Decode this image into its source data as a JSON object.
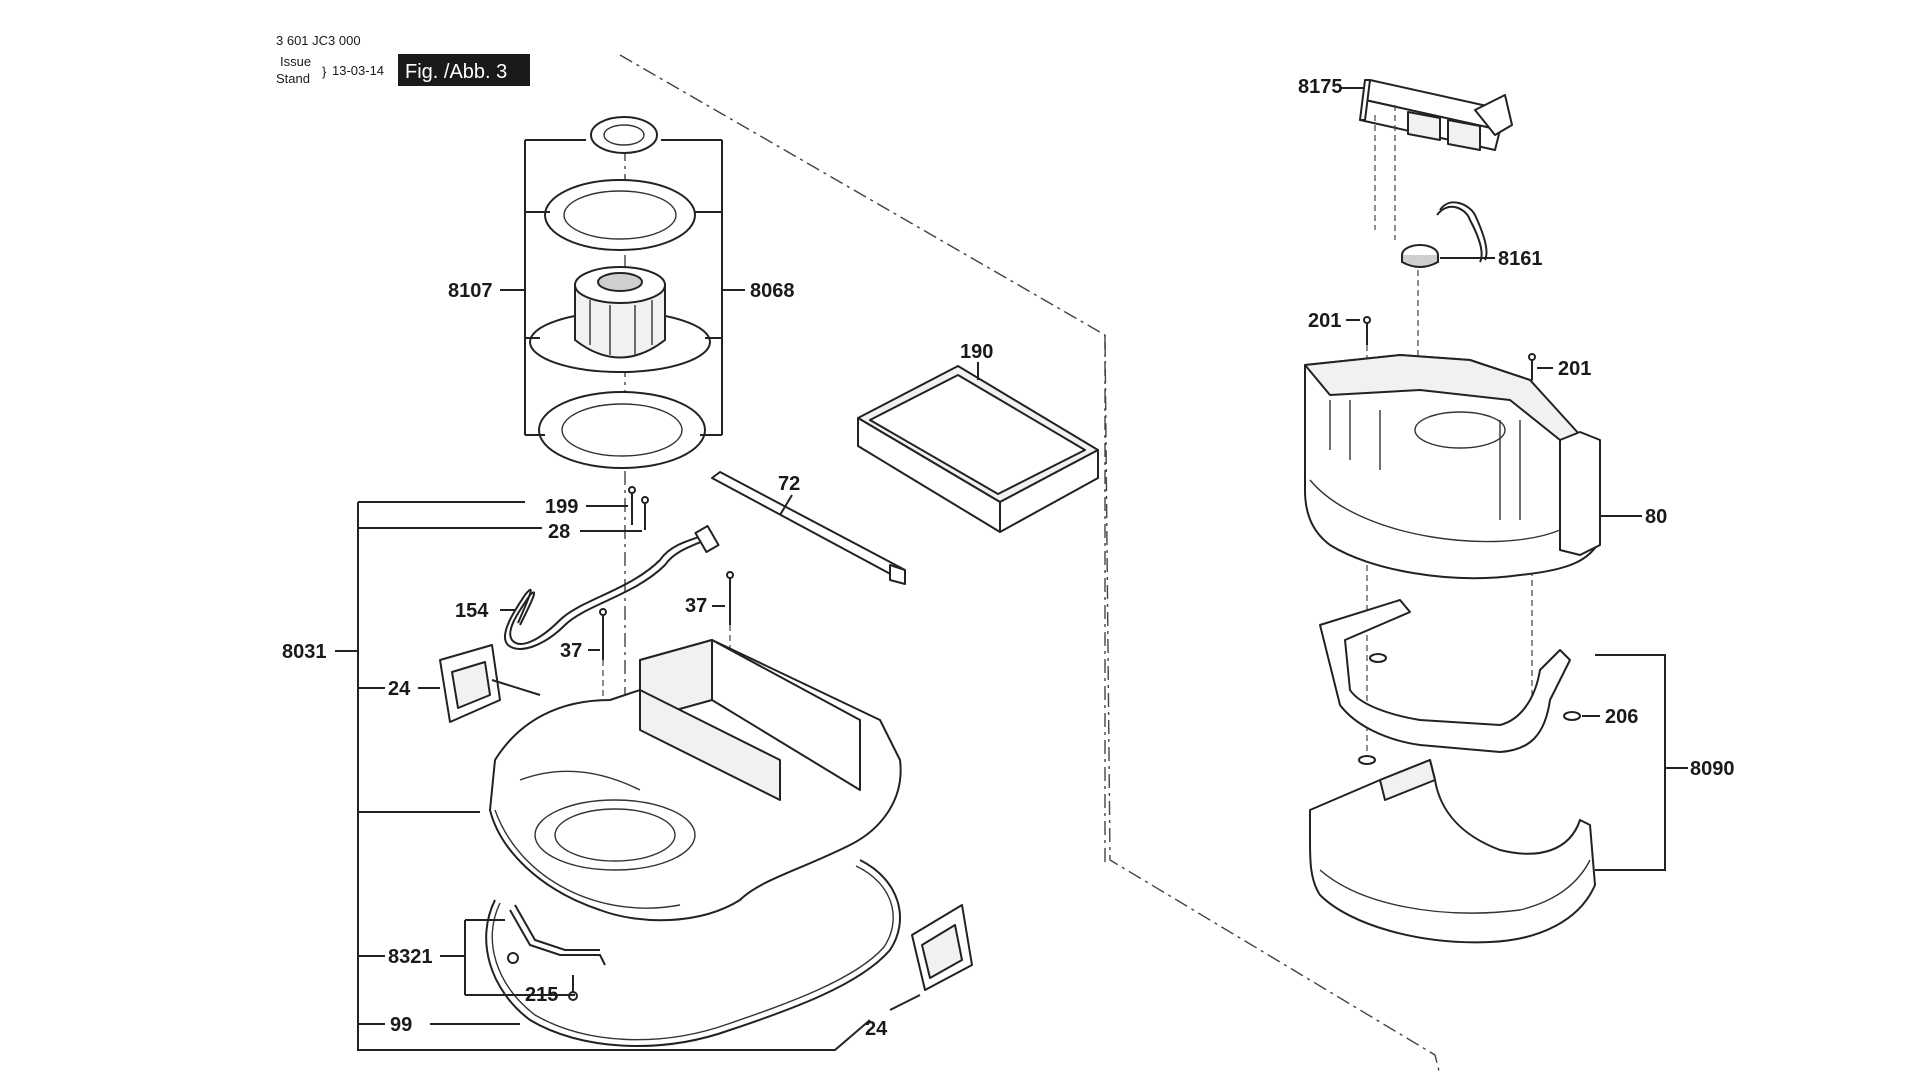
{
  "header": {
    "part_number": "3 601 JC3 000",
    "issue_label": "Issue",
    "stand_label": "Stand",
    "date": "13-03-14",
    "figure_label": "Fig. /Abb. 3"
  },
  "callouts": {
    "p8107": "8107",
    "p8068": "8068",
    "p190": "190",
    "p72": "72",
    "p199": "199",
    "p28": "28",
    "p154": "154",
    "p37a": "37",
    "p37b": "37",
    "p8031": "8031",
    "p24a": "24",
    "p8321": "8321",
    "p215": "215",
    "p99": "99",
    "p24b": "24",
    "p8175": "8175",
    "p8161": "8161",
    "p201a": "201",
    "p201b": "201",
    "p80": "80",
    "p206": "206",
    "p8090": "8090"
  },
  "colors": {
    "line": "#222222",
    "figure_box": "#1a1a1a",
    "background": "#ffffff"
  }
}
